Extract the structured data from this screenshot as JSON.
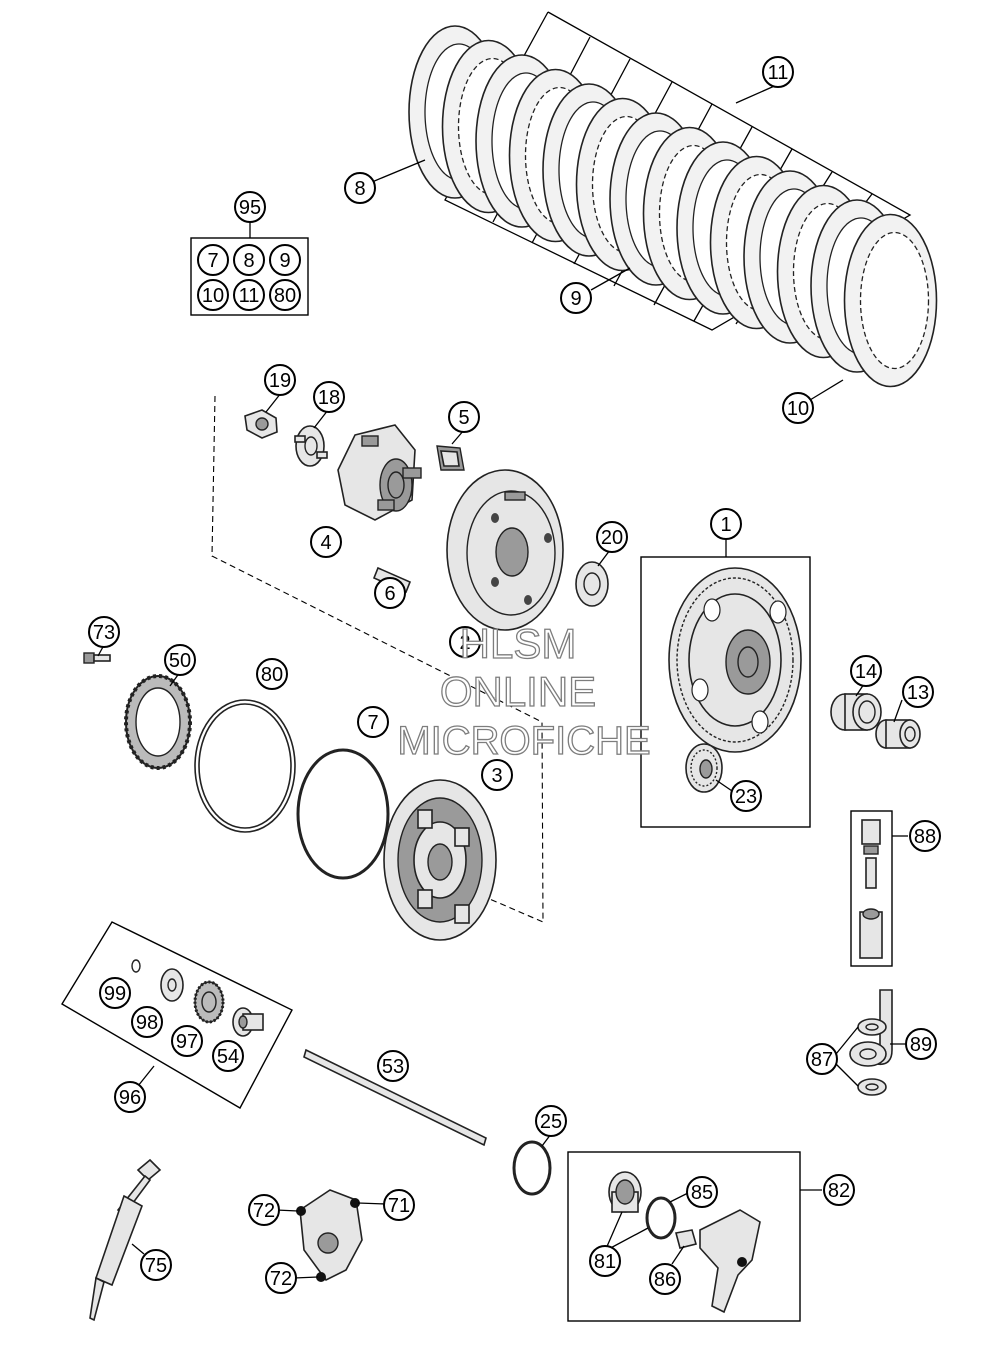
{
  "watermark": {
    "line1": "HLSM",
    "line2": "ONLINE",
    "line3": "MICROFICHE"
  },
  "callouts": {
    "c1": "1",
    "c2": "2",
    "c3": "3",
    "c4": "4",
    "c5": "5",
    "c6": "6",
    "c7": "7",
    "c8": "8",
    "c9": "9",
    "c10": "10",
    "c11": "11",
    "c13": "13",
    "c14": "14",
    "c18": "18",
    "c19": "19",
    "c20": "20",
    "c23": "23",
    "c25": "25",
    "c50": "50",
    "c53": "53",
    "c54": "54",
    "c71": "71",
    "c72a": "72",
    "c72b": "72",
    "c73": "73",
    "c75": "75",
    "c80": "80",
    "c81": "81",
    "c82": "82",
    "c85": "85",
    "c86": "86",
    "c87": "87",
    "c88": "88",
    "c89": "89",
    "c95": "95",
    "c96": "96",
    "c97": "97",
    "c98": "98",
    "c99": "99"
  },
  "kit95": [
    "7",
    "8",
    "9",
    "10",
    "11",
    "80"
  ]
}
